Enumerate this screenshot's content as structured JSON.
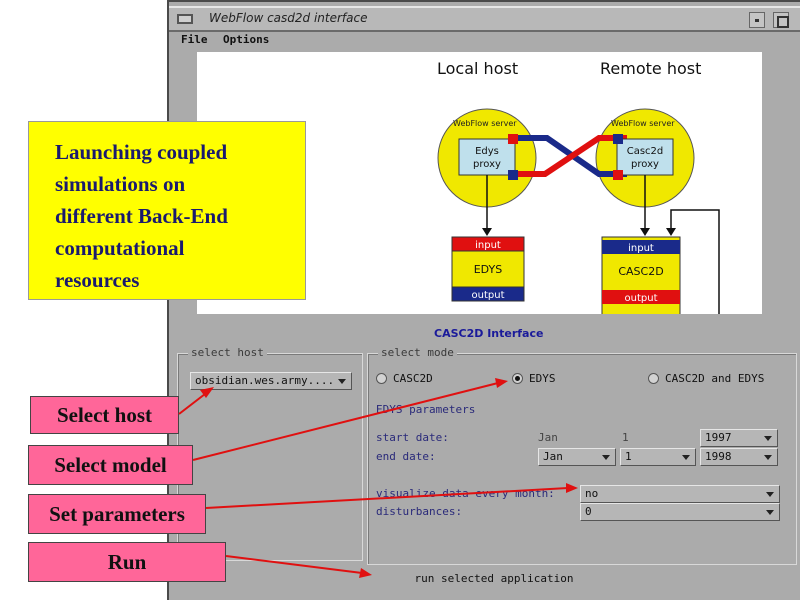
{
  "window": {
    "title": "WebFlow casd2d interface"
  },
  "menu": {
    "file": "File",
    "options": "Options"
  },
  "diagram": {
    "local_host": "Local host",
    "remote_host": "Remote host",
    "left_server_label": "WebFlow server",
    "right_server_label": "WebFlow server",
    "edys_proxy_1": "Edys",
    "edys_proxy_2": "proxy",
    "casc_proxy_1": "Casc2d",
    "casc_proxy_2": "proxy",
    "left_input": "input",
    "left_model": "EDYS",
    "left_output": "output",
    "right_input": "input",
    "right_model": "CASC2D",
    "right_output": "output",
    "colors": {
      "yellow": "#f0e800",
      "red": "#e01010",
      "blue": "#1a2a8a",
      "proxy_fill": "#bfe0ec"
    }
  },
  "interface_title": "CASC2D Interface",
  "select_host": {
    "label": "select host",
    "value": "obsidian.wes.army...."
  },
  "select_mode": {
    "label": "select mode",
    "options": [
      "CASC2D",
      "EDYS",
      "CASC2D and EDYS"
    ],
    "selected": "EDYS",
    "section_title": "EDYS parameters",
    "start_date_label": "start date:",
    "end_date_label": "end date:",
    "start_month": "Jan",
    "start_day": "1",
    "start_year": "1997",
    "end_month": "Jan",
    "end_day": "1",
    "end_year": "1998",
    "visualize_label": "visualize data every month:",
    "visualize_value": "no",
    "disturbances_label": "disturbances:",
    "disturbances_value": "0"
  },
  "run_button": "run selected application",
  "callout": {
    "lines": [
      "Launching coupled",
      "simulations on",
      "different Back-End",
      "computational",
      "resources"
    ]
  },
  "labels": {
    "select_host": "Select host",
    "select_model": "Select model",
    "set_parameters": "Set parameters",
    "run": "Run"
  }
}
